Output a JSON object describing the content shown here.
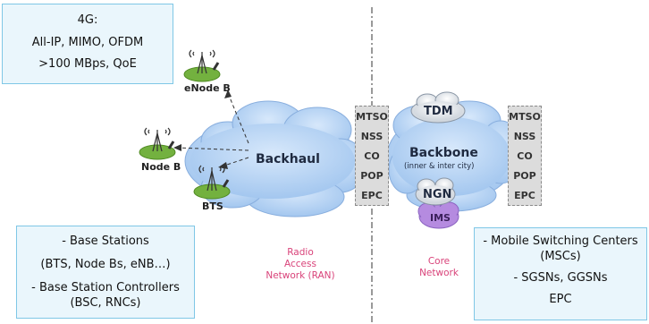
{
  "boxes": {
    "top_left": {
      "lines": [
        "4G:",
        "All-IP, MIMO, OFDM",
        ">100 MBps, QoE"
      ]
    },
    "bottom_left": {
      "lines": [
        "- Base Stations",
        "(BTS, Node Bs, eNB…)",
        "- Base Station Controllers",
        "(BSC, RNCs)"
      ]
    },
    "bottom_right": {
      "lines": [
        "- Mobile Switching Centers",
        "(MSCs)",
        "- SGSNs, GGSNs",
        "EPC"
      ]
    }
  },
  "stations": {
    "enodeb": "eNode B",
    "nodeb": "Node B",
    "bts": "BTS"
  },
  "clouds": {
    "backhaul": "Backhaul",
    "backbone": "Backbone",
    "backbone_sub": "(inner & inter city)",
    "tdm": "TDM",
    "ngn": "NGN",
    "ims": "IMS"
  },
  "stack_left": [
    "MTSO",
    "NSS",
    "CO",
    "POP",
    "EPC"
  ],
  "stack_right": [
    "MTSO",
    "NSS",
    "CO",
    "POP",
    "EPC"
  ],
  "network_labels": {
    "ran": [
      "Radio",
      "Access",
      "Network (RAN)"
    ],
    "core": [
      "Core",
      "Network"
    ]
  },
  "colors": {
    "cloud": "#a9cdf0",
    "box_bg": "#eaf6fc",
    "box_border": "#7fc7e6",
    "network_label": "#d9437a",
    "ims": "#b58be0"
  }
}
